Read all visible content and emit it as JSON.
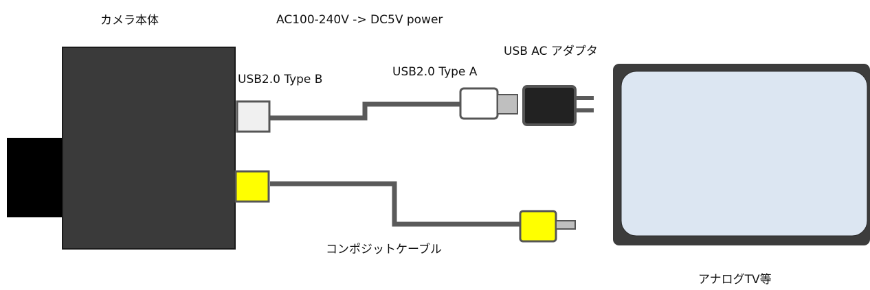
{
  "labels": {
    "camera": "カメラ本体",
    "power": "AC100-240V -> DC5V power",
    "adapter": "USB AC アダプタ",
    "usb_b": "USB2.0 Type B",
    "usb_a": "USB2.0 Type A",
    "composite": "コンポジットケーブル",
    "tv": "アナログTV等"
  },
  "colors": {
    "camera_body": "#3a3a3a",
    "lens": "#000000",
    "cable": "#5a5a5a",
    "usb_plug": "#f0f0f0",
    "rca_plug": "#ffff00",
    "adapter": "#222222",
    "tv_frame": "#3c3c3c",
    "tv_screen": "#dce6f2"
  }
}
